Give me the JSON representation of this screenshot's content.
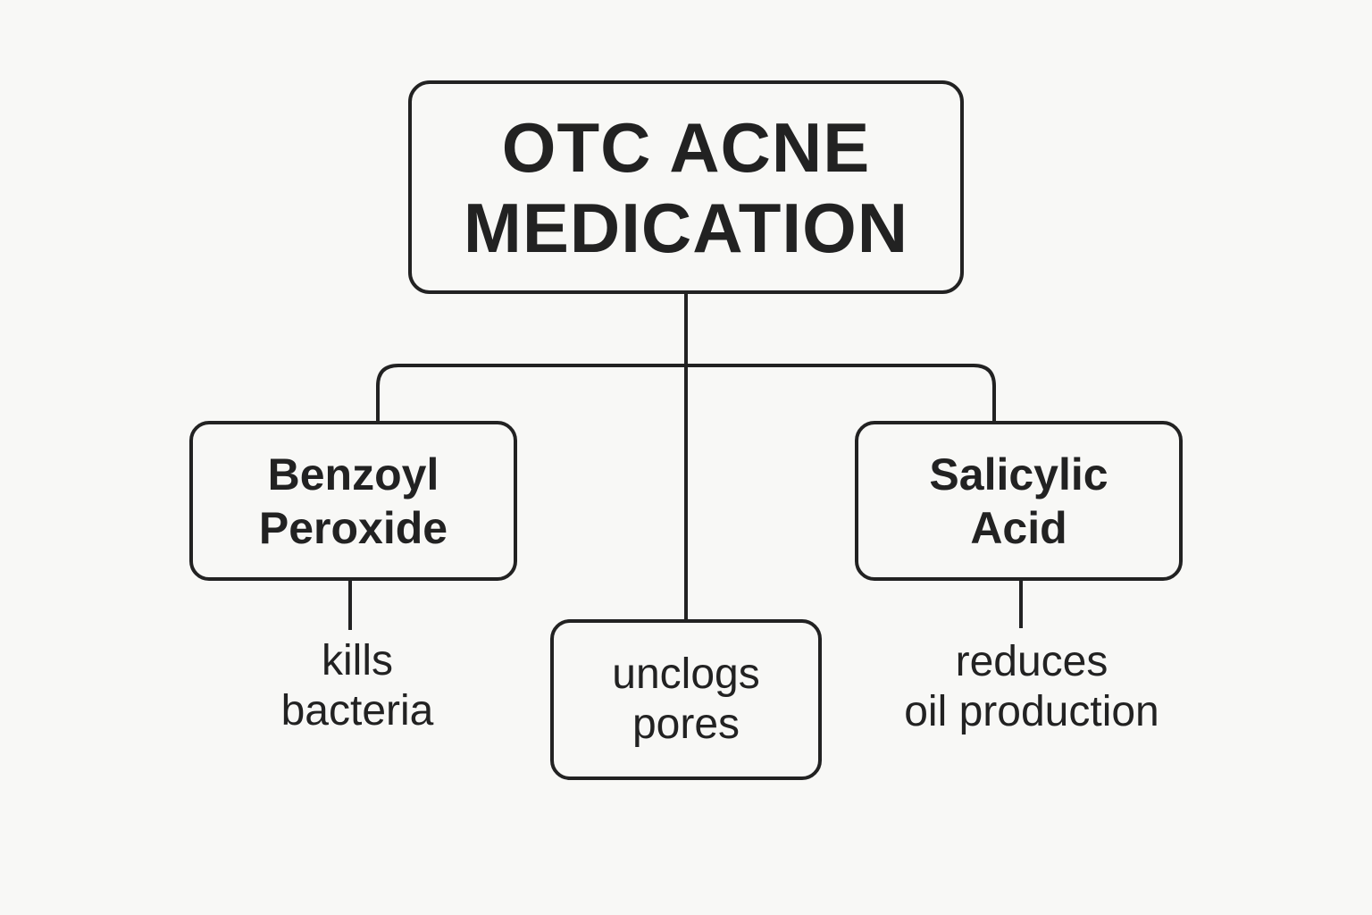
{
  "root": {
    "lines": [
      "OTC ACNE",
      "MEDICATION"
    ]
  },
  "branches": [
    {
      "name_lines": [
        "Benzoyl",
        "Peroxide"
      ],
      "effect_lines": [
        "kills",
        "bacteria"
      ]
    },
    {
      "effect_lines": [
        "unclogs",
        "pores"
      ]
    },
    {
      "name_lines": [
        "Salicylic",
        "Acid"
      ],
      "effect_lines": [
        "reduces",
        "oil production"
      ]
    }
  ],
  "colors": {
    "background": "#f8f8f6",
    "stroke": "#222222",
    "text": "#222222"
  }
}
